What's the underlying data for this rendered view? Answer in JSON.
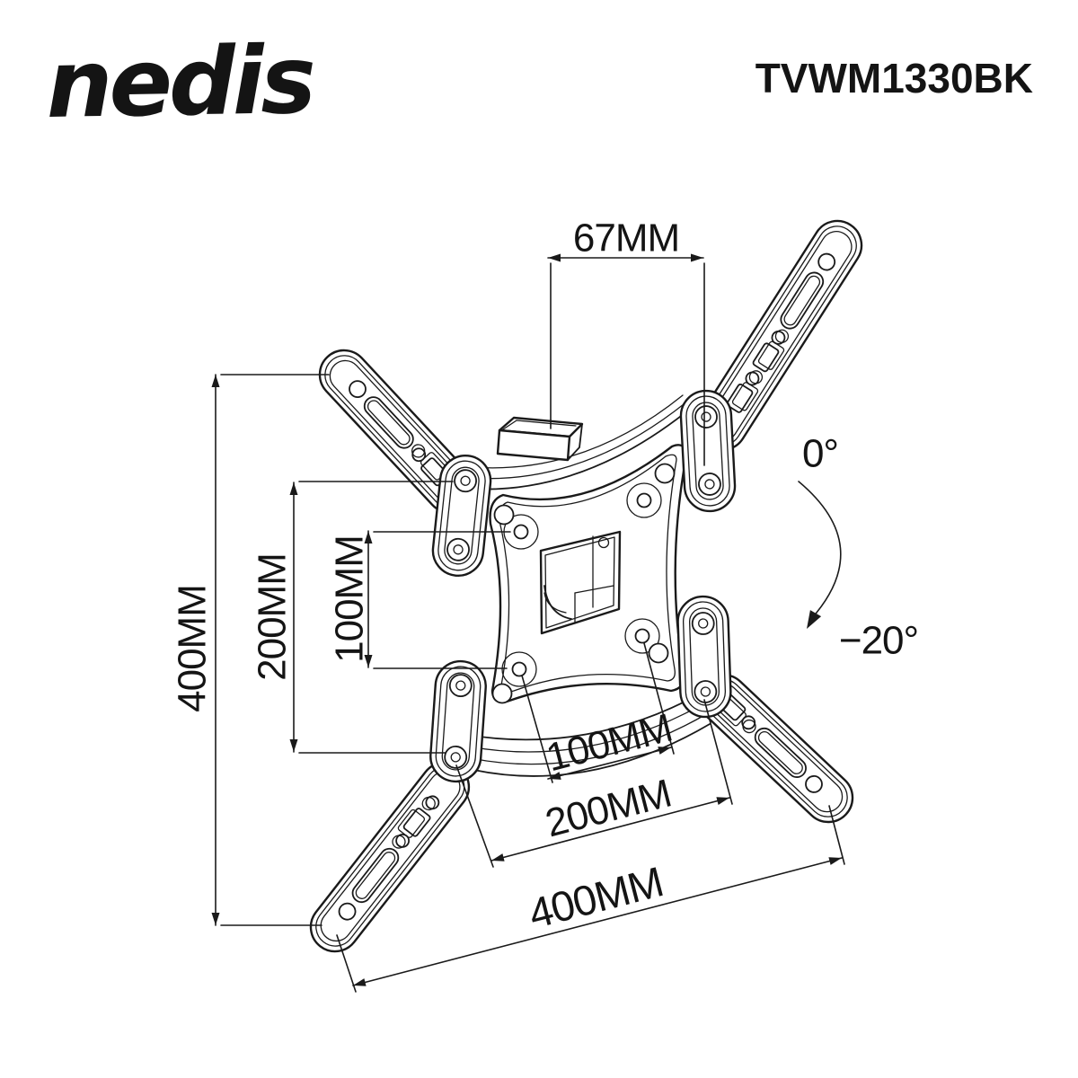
{
  "header": {
    "brand": "nedis",
    "product_code": "TVWM1330BK"
  },
  "drawing": {
    "subject": "tv-wall-mount-bracket",
    "dimension_labels": {
      "top_width": "67MM",
      "arm_span_vertical": "400MM",
      "pad_span_vertical": "200MM",
      "vesa_vertical": "100MM",
      "vesa_horizontal": "100MM",
      "pad_span_horizontal": "200MM",
      "arm_span_horizontal": "400MM"
    },
    "tilt": {
      "from": "0°",
      "to": "−20°"
    },
    "colors": {
      "line": "#1a1a1a",
      "background": "#ffffff"
    }
  }
}
